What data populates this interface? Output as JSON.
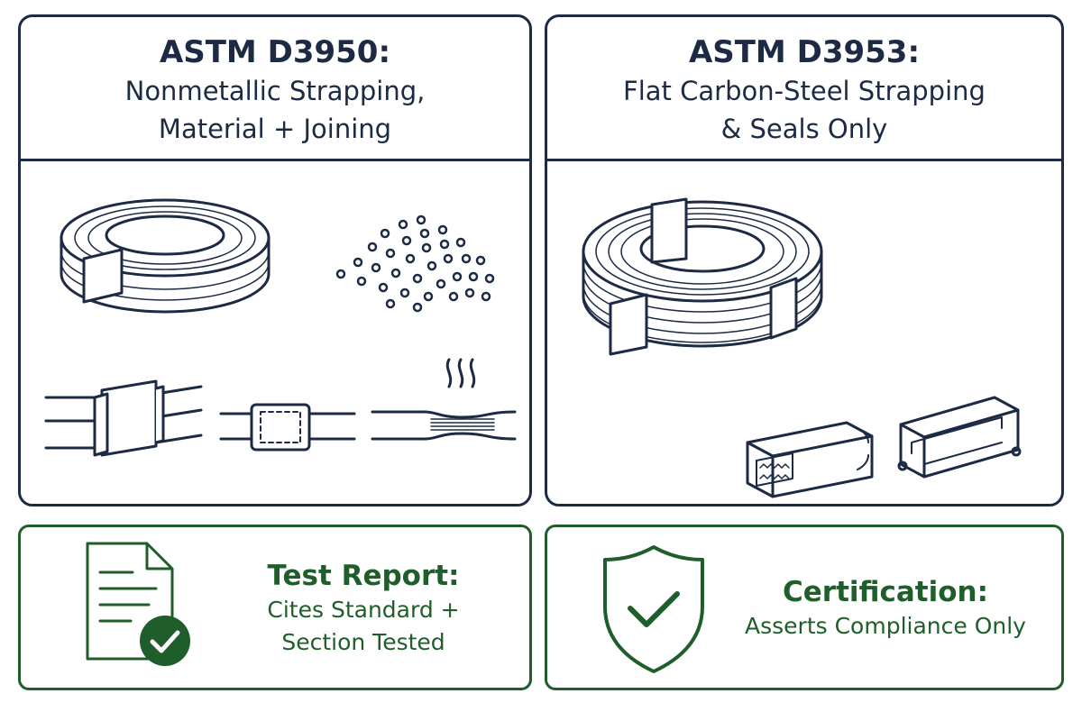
{
  "panels": {
    "left": {
      "title": "ASTM D3950:",
      "subtitle_line1": "Nonmetallic Strapping,",
      "subtitle_line2": "Material + Joining"
    },
    "right": {
      "title": "ASTM D3953:",
      "subtitle_line1": "Flat Carbon-Steel Strapping",
      "subtitle_line2": "& Seals Only"
    }
  },
  "cards": {
    "left": {
      "title": "Test Report:",
      "subtitle_line1": "Cites Standard +",
      "subtitle_line2": "Section Tested",
      "icon": "document-check-icon"
    },
    "right": {
      "title": "Certification:",
      "subtitle_line1": "Asserts Compliance Only",
      "icon": "shield-check-icon"
    }
  },
  "colors": {
    "navy": "#1c2a44",
    "green": "#1f5e2a"
  }
}
